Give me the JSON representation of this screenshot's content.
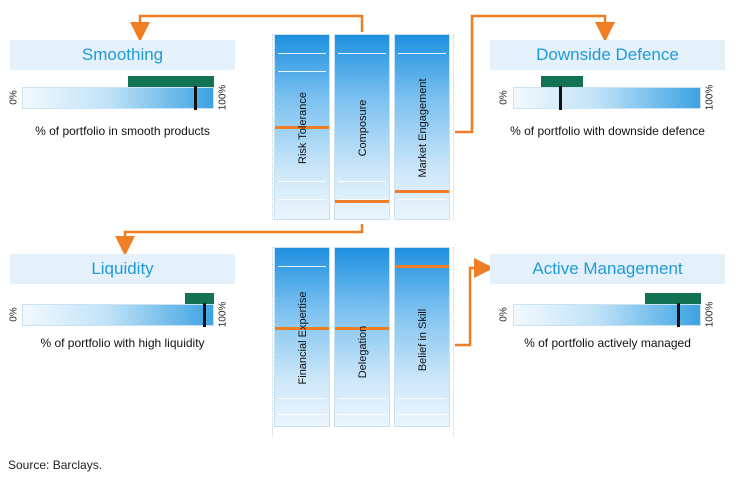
{
  "panels": {
    "smoothing": {
      "title": "Smoothing",
      "min_label": "0%",
      "max_label": "100%",
      "caption": "% of portfolio in smooth products",
      "band_range": [
        0.55,
        1.0
      ],
      "marker_value": 0.9
    },
    "downside_defence": {
      "title": "Downside Defence",
      "min_label": "0%",
      "max_label": "100%",
      "caption": "% of portfolio with downside defence",
      "band_range": [
        0.15,
        0.37
      ],
      "marker_value": 0.25
    },
    "liquidity": {
      "title": "Liquidity",
      "min_label": "0%",
      "max_label": "100%",
      "caption": "% of portfolio with high liquidity",
      "band_range": [
        0.85,
        1.0
      ],
      "marker_value": 0.95
    },
    "active_management": {
      "title": "Active Management",
      "min_label": "0%",
      "max_label": "100%",
      "caption": "% of portfolio actively managed",
      "band_range": [
        0.7,
        1.0
      ],
      "marker_value": 0.88
    }
  },
  "columns": {
    "risk_tolerance": {
      "label": "Risk Tolerance",
      "level": 0.5
    },
    "composure": {
      "label": "Composure",
      "level": 0.1
    },
    "market_engagement": {
      "label": "Market Engagement",
      "level": 0.15
    },
    "financial_expertise": {
      "label": "Financial Expertise",
      "level": 0.55
    },
    "delegation": {
      "label": "Delegation",
      "level": 0.55
    },
    "belief_in_skill": {
      "label": "Belief in Skill",
      "level": 0.9
    }
  },
  "colors": {
    "title_text": "#1f9ad6",
    "title_bg": "#e4f1fb",
    "band": "#147254",
    "arrow": "#f07e25",
    "level_line": "#f07e25"
  },
  "source": "Source: Barclays."
}
